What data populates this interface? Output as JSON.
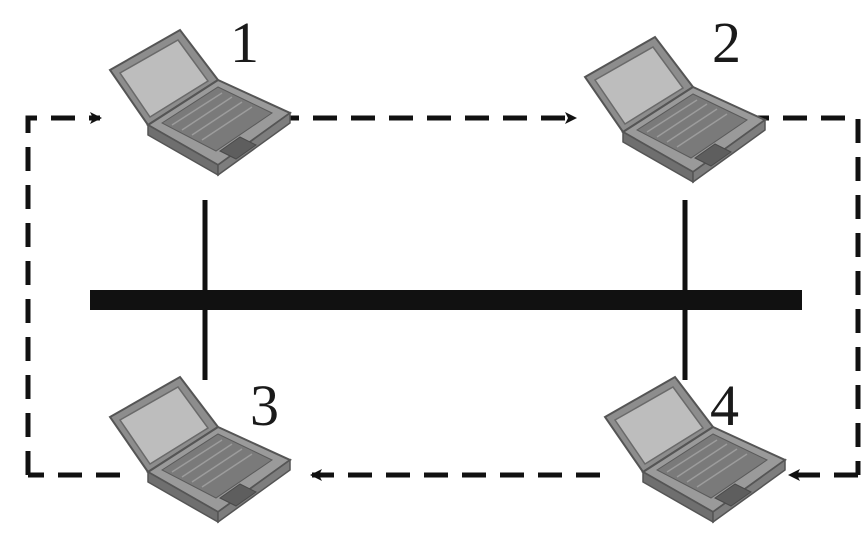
{
  "diagram": {
    "description_type": "token-ring-over-bus",
    "nodes": [
      {
        "id": "1",
        "label": "1"
      },
      {
        "id": "2",
        "label": "2"
      },
      {
        "id": "3",
        "label": "3"
      },
      {
        "id": "4",
        "label": "4"
      }
    ],
    "bus": {
      "style": "solid",
      "color": "#111111"
    },
    "ring": {
      "style": "dashed",
      "color": "#111111",
      "direction": [
        "1",
        "2",
        "4",
        "3",
        "1"
      ]
    },
    "colors": {
      "laptop_body": "#8f8f8f",
      "laptop_screen": "#b9b9b9",
      "laptop_keys": "#6e6e6e",
      "line": "#111111"
    }
  }
}
